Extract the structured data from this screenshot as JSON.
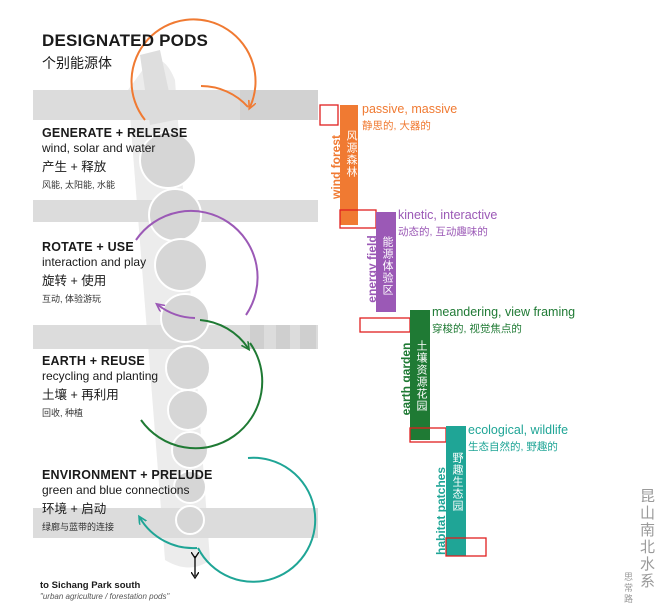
{
  "title": "DESIGNATED PODS",
  "title_cn": "个别能源体",
  "pods": [
    {
      "heading": "GENERATE + RELEASE",
      "sub": "wind, solar and water",
      "cn": "产生 + 释放",
      "cn_small": "风能, 太阳能, 水能"
    },
    {
      "heading": "ROTATE + USE",
      "sub": "interaction and play",
      "cn": "旋转 + 使用",
      "cn_small": "互动, 体验游玩"
    },
    {
      "heading": "EARTH + REUSE",
      "sub": "recycling and planting",
      "cn": "土壤 + 再利用",
      "cn_small": "回收, 种植"
    },
    {
      "heading": "ENVIRONMENT + PRELUDE",
      "sub": "green and blue connections",
      "cn": "环境 + 启动",
      "cn_small": "绿廊与蓝带的连接"
    }
  ],
  "note_bold": "to Sichang Park south",
  "note_italic": "\"urban agriculture / forestation pods\"",
  "zones": [
    {
      "name_en": "wind forest",
      "name_cn": "风源森林",
      "desc_en": "passive, massive",
      "desc_cn": "静思的, 大器的",
      "color": "#f07a32"
    },
    {
      "name_en": "energy field",
      "name_cn": "能源体验区",
      "desc_en": "kinetic, interactive",
      "desc_cn": "动态的, 互动趣味的",
      "color": "#9b59b6"
    },
    {
      "name_en": "earth garden",
      "name_cn": "土壤资源花园",
      "desc_en": "meandering, view framing",
      "desc_cn": "穿梭的, 视觉焦点的",
      "color": "#1f7a34"
    },
    {
      "name_en": "habitat patches",
      "name_cn": "野趣生态园",
      "desc_en": "ecological, wildlife",
      "desc_cn": "生态自然的, 野趣的",
      "color": "#1fa596"
    }
  ],
  "side_title": "昆山南北水系",
  "side_sub": "思常路"
}
